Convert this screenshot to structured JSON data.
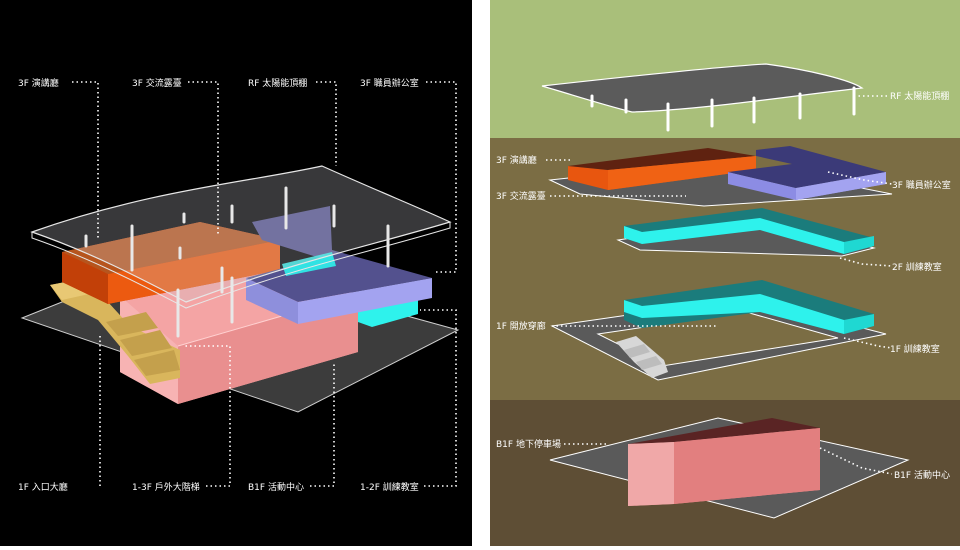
{
  "left": {
    "top_labels": {
      "hall": "3F 演講廳",
      "terrace": "3F 交流露臺",
      "roof": "RF 太陽能頂棚",
      "office": "3F 職員辦公室"
    },
    "bottom_labels": {
      "lobby": "1F 入口大廳",
      "stair": "1-3F 戶外大階梯",
      "activity": "B1F 活動中心",
      "training": "1-2F 訓練教室"
    }
  },
  "right": {
    "roof_label": "RF 太陽能頂棚",
    "level3": {
      "hall": "3F 演講廳",
      "terrace": "3F 交流露臺",
      "office": "3F 職員辦公室"
    },
    "level2": {
      "training": "2F 訓練教室"
    },
    "level1": {
      "corridor": "1F 開放穿廊",
      "training": "1F 訓練教室"
    },
    "basement": {
      "parking": "B1F 地下停車場",
      "activity": "B1F 活動中心"
    }
  },
  "colors": {
    "hall_orange": "#e0520e",
    "office_purple": "#9b9be8",
    "training_cyan": "#2ef2ec",
    "activity_pink": "#f29a9a",
    "stair_yellow": "#d8b65a",
    "roof_band": "#a9bf7a",
    "middle_band": "#7b6d44",
    "basement_band": "#5e4e35"
  }
}
